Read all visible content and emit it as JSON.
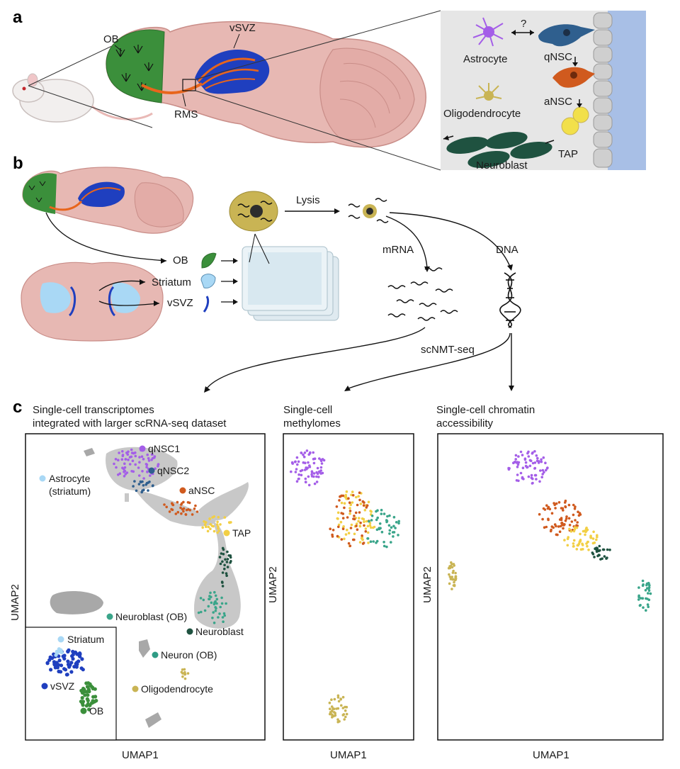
{
  "panels": {
    "a": {
      "letter": "a",
      "labels": {
        "ob": "OB",
        "vsvz": "vSVZ",
        "rms": "RMS"
      },
      "inset": {
        "astrocyte": "Astrocyte",
        "qnsc": "qNSC",
        "question": "?",
        "oligodendrocyte": "Oligodendrocyte",
        "ansc": "aNSC",
        "tap": "TAP",
        "neuroblast": "Neuroblast"
      }
    },
    "b": {
      "letter": "b",
      "regions": {
        "ob": "OB",
        "striatum": "Striatum",
        "vsvz": "vSVZ"
      },
      "lysis": "Lysis",
      "mrna": "mRNA",
      "dna": "DNA",
      "method": "scNMT-seq"
    },
    "c": {
      "letter": "c",
      "plot1": {
        "title_line1": "Single-cell transcriptomes",
        "title_line2": "integrated with larger scRNA-seq dataset",
        "xlabel": "UMAP1",
        "ylabel": "UMAP2",
        "clusters": {
          "qnsc1": "qNSC1",
          "qnsc2": "qNSC2",
          "astro1": "Astrocyte",
          "astro2": "(striatum)",
          "ansc": "aNSC",
          "tap": "TAP",
          "nb_ob": "Neuroblast (OB)",
          "nb": "Neuroblast",
          "neuron_ob": "Neuron (OB)",
          "oligo": "Oligodendrocyte"
        },
        "inset": {
          "striatum": "Striatum",
          "vsvz": "vSVZ",
          "ob": "OB"
        }
      },
      "plot2": {
        "title_line1": "Single-cell",
        "title_line2": "methylomes",
        "xlabel": "UMAP1",
        "ylabel": "UMAP2"
      },
      "plot3": {
        "title_line1": "Single-cell chromatin",
        "title_line2": "accessibility",
        "xlabel": "UMAP1",
        "ylabel": "UMAP2"
      }
    }
  },
  "colors": {
    "qnsc1": "#a45ee8",
    "qnsc2": "#2f5f8e",
    "astrocyte_striatum": "#a9d8f5",
    "ansc": "#d05a1e",
    "tap": "#f2cf45",
    "neuroblast": "#1f5240",
    "neuroblast_ob": "#3aa58a",
    "neuron_ob": "#2f9c85",
    "oligodendrocyte": "#c9b454",
    "background_cells": "#c8c8c8",
    "region_ob": "#3b8f3b",
    "region_vsvz": "#1f3fbf",
    "region_striatum": "#a9d8f5",
    "brain": "#e7b8b3",
    "rms": "#e8651c"
  }
}
